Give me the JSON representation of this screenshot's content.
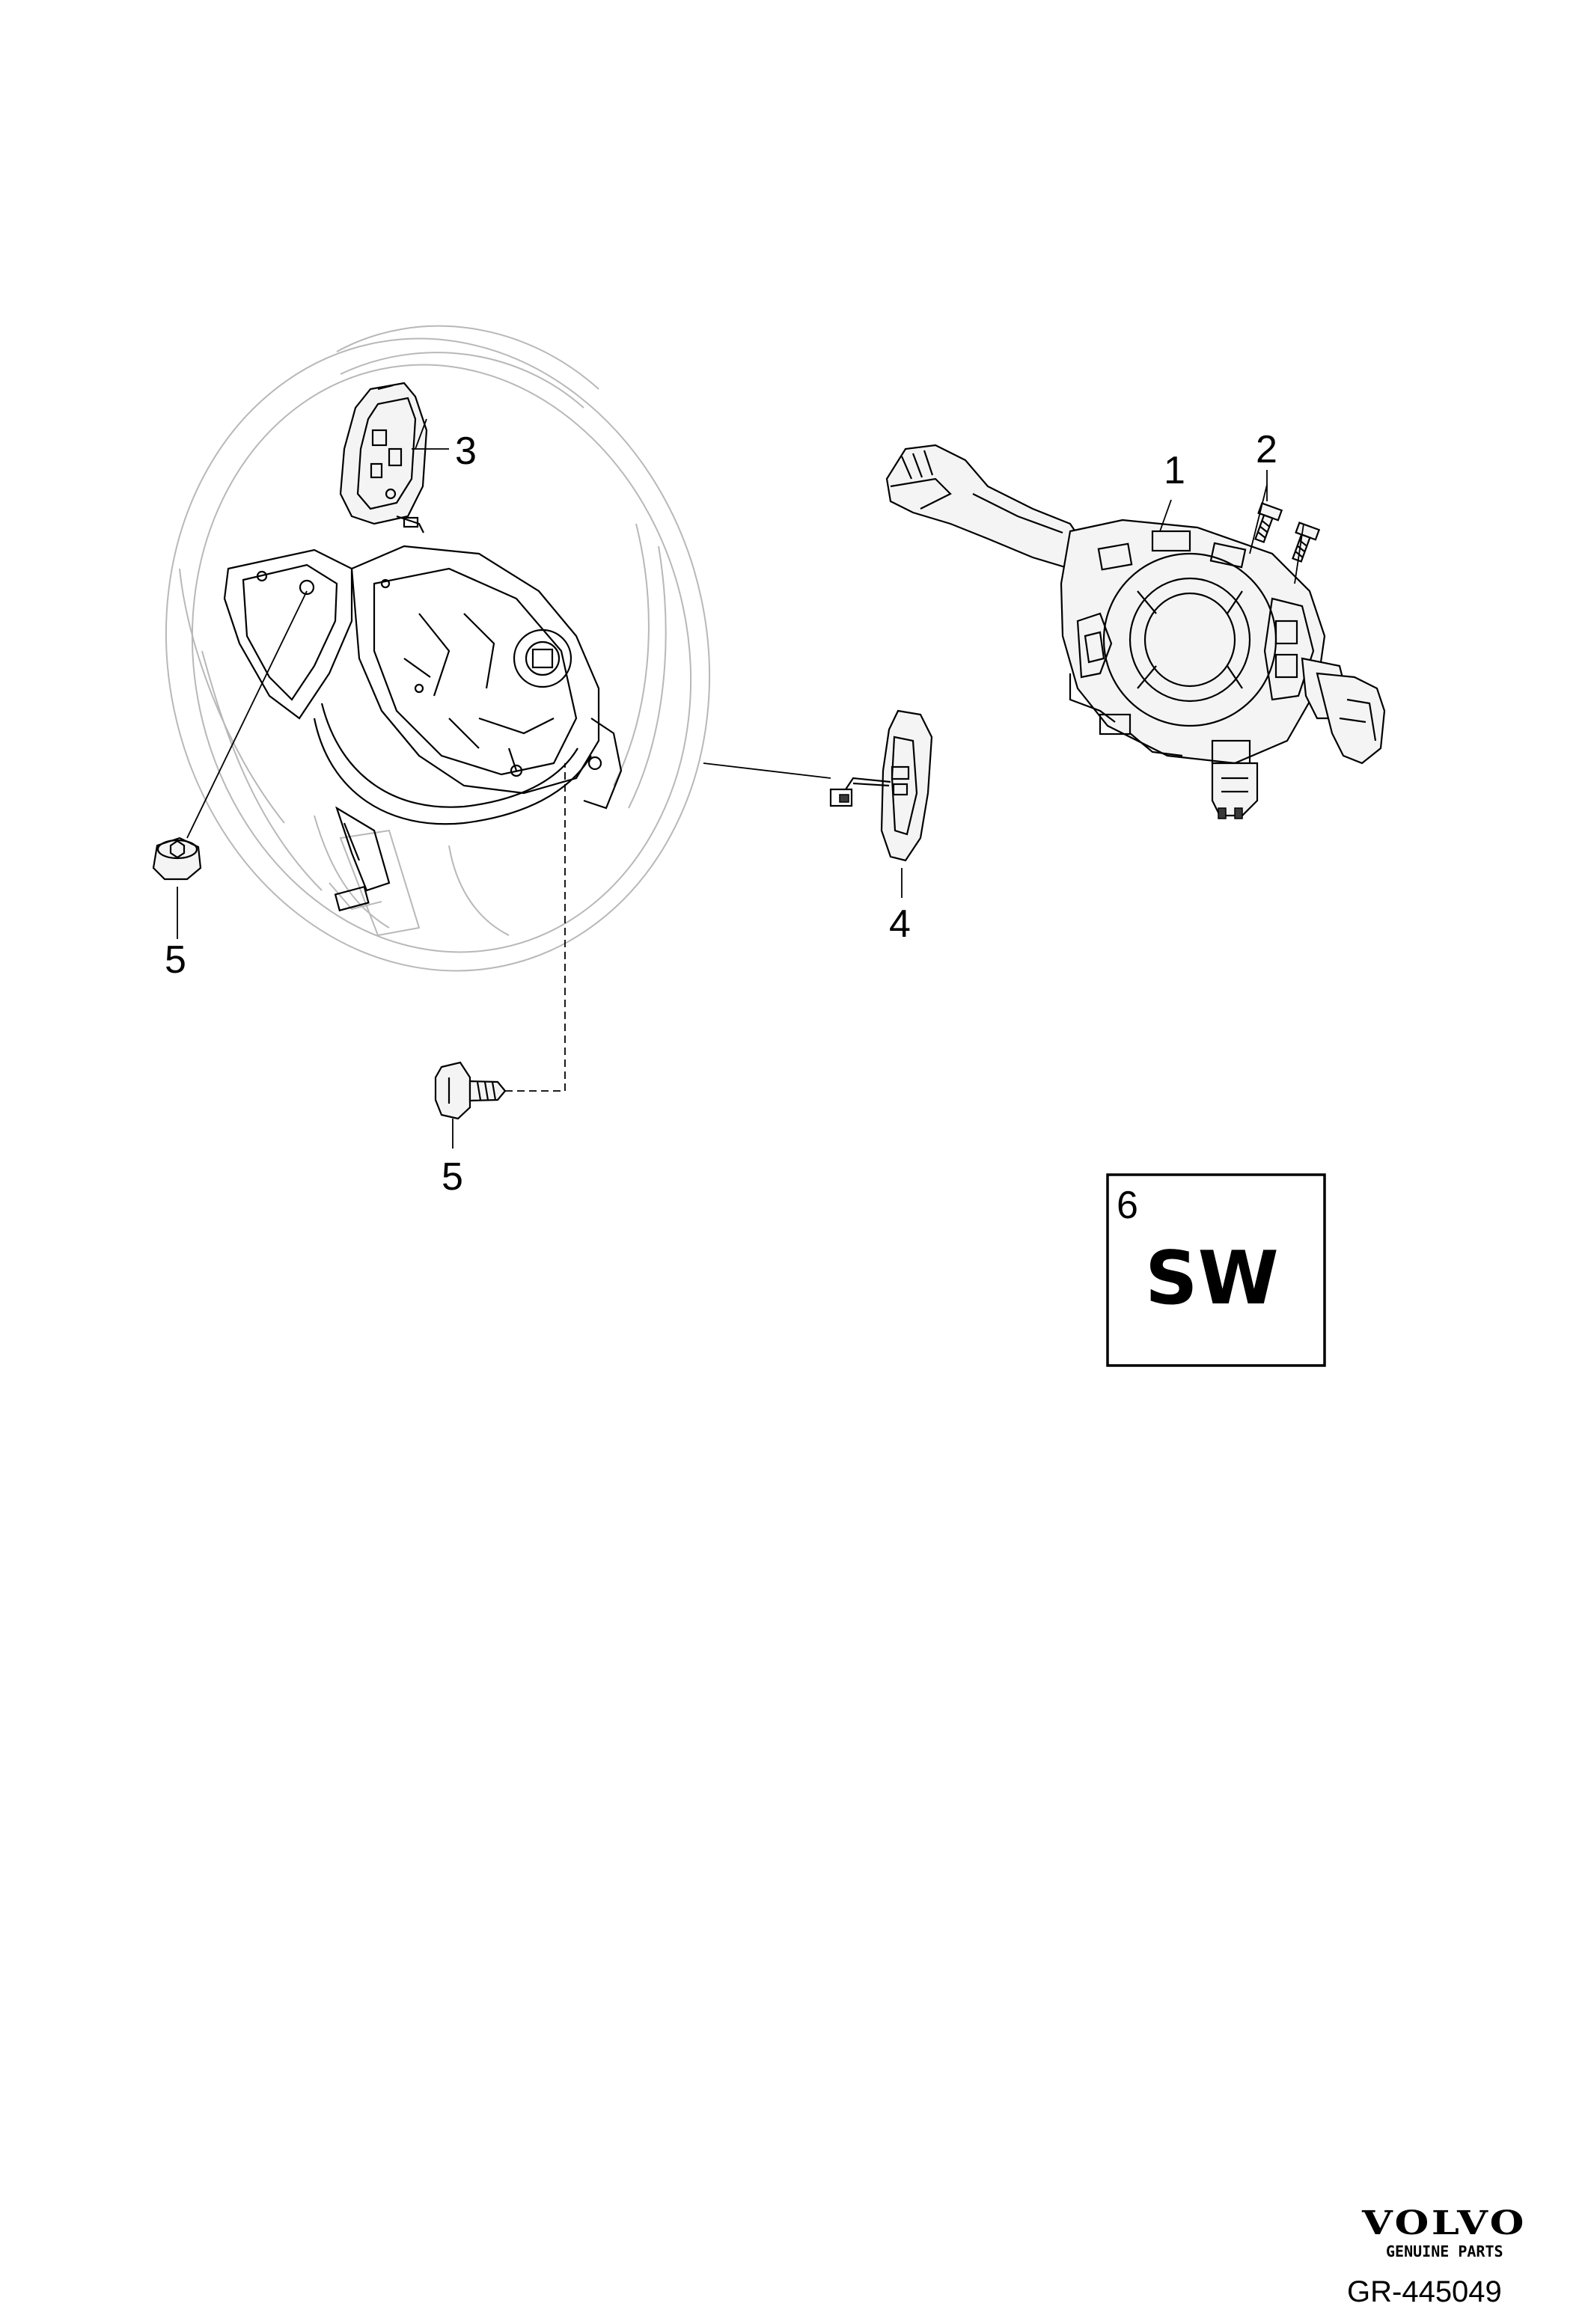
{
  "callouts": {
    "c1": "1",
    "c2": "2",
    "c3": "3",
    "c4": "4",
    "c5a": "5",
    "c5b": "5"
  },
  "sw_box": {
    "number": "6",
    "label": "SW"
  },
  "brand": {
    "name": "VOLVO",
    "tagline": "GENUINE PARTS"
  },
  "reference": "GR-445049",
  "colors": {
    "line": "#000000",
    "wheel_outline": "#b8b8b8",
    "background": "#ffffff"
  }
}
